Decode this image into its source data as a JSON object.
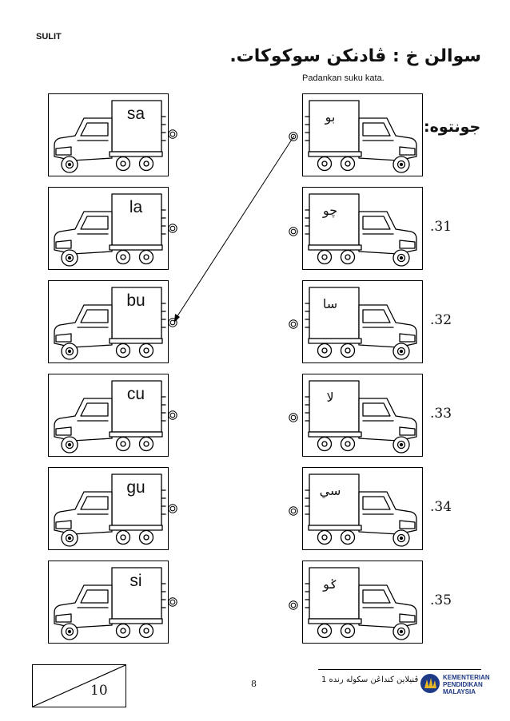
{
  "header": {
    "sulit": "SULIT",
    "title": "سوالن خ : ڤادنکن سوکوکات.",
    "instruction": "Padankan suku kata.",
    "example_label": "جونتوه:"
  },
  "left_cards": [
    {
      "label": "sa"
    },
    {
      "label": "la"
    },
    {
      "label": "bu"
    },
    {
      "label": "cu"
    },
    {
      "label": "gu"
    },
    {
      "label": "si"
    }
  ],
  "right_cards": [
    {
      "number": "",
      "label": "بو"
    },
    {
      "number": ".31",
      "label": "چو"
    },
    {
      "number": ".32",
      "label": "سا"
    },
    {
      "number": ".33",
      "label": "لا"
    },
    {
      "number": ".34",
      "label": "سي"
    },
    {
      "number": ".35",
      "label": "ݢو"
    }
  ],
  "footer": {
    "score": "10",
    "page_number": "8",
    "footer_text": "ڤنيلاين كنداڠن سکوله رنده 1",
    "ministry": [
      "KEMENTERIAN",
      "PENDIDIKAN",
      "MALAYSIA"
    ]
  },
  "colors": {
    "ink": "#000000",
    "ministry_blue": "#1f3b86"
  }
}
